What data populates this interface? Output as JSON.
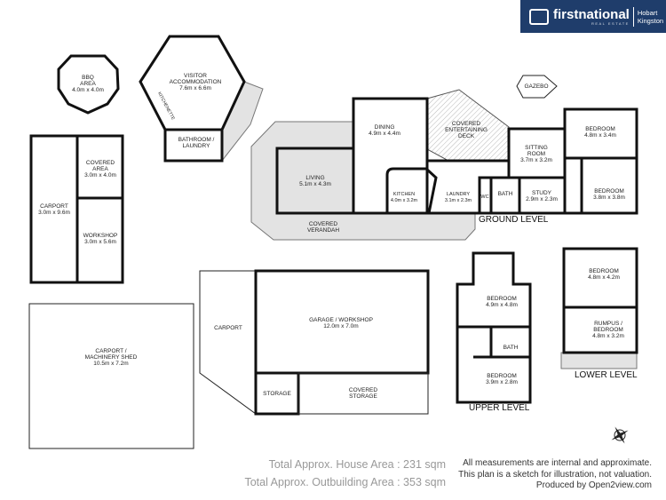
{
  "logo": {
    "brand": "firstnational",
    "tagline": "REAL ESTATE",
    "location_1": "Hobart",
    "location_2": "Kingston",
    "bg_color": "#1f3d6b"
  },
  "rooms": {
    "bbq": {
      "name": "BBQ",
      "name2": "AREA",
      "dims": "4.0m x 4.0m"
    },
    "visitor": {
      "name": "VISITOR",
      "name2": "ACCOMMODATION",
      "dims": "7.6m x 6.6m"
    },
    "kitchenette": "KITCHENETTE",
    "visitor_bath": {
      "name": "BATHROOM /",
      "name2": "LAUNDRY"
    },
    "covered_area": {
      "name": "COVERED",
      "name2": "AREA",
      "dims": "3.0m x 4.0m"
    },
    "carport_small": {
      "name": "CARPORT",
      "dims": "3.0m x 9.6m"
    },
    "workshop": {
      "name": "WORKSHOP",
      "dims": "3.0m x 5.6m"
    },
    "machinery": {
      "name": "CARPORT /",
      "name2": "MACHINERY SHED",
      "dims": "10.5m x 7.2m"
    },
    "carport_garage": "CARPORT",
    "garage": {
      "name": "GARAGE / WORKSHOP",
      "dims": "12.0m x 7.0m"
    },
    "storage": "STORAGE",
    "covered_storage": {
      "name": "COVERED",
      "name2": "STORAGE"
    },
    "gazebo": "GAZEBO",
    "dining": {
      "name": "DINING",
      "dims": "4.9m x 4.4m"
    },
    "deck": {
      "name": "COVERED",
      "name2": "ENTERTAINING",
      "name3": "DECK"
    },
    "living": {
      "name": "LIVING",
      "dims": "5.1m x 4.3m"
    },
    "kitchen": {
      "name": "KITCHEN",
      "dims": "4.0m x 3.2m"
    },
    "laundry": {
      "name": "LAUNDRY",
      "dims": "3.1m x 2.3m"
    },
    "wc": "WC",
    "bath": "BATH",
    "study": {
      "name": "STUDY",
      "dims": "2.9m x 2.3m"
    },
    "sitting": {
      "name": "SITTING",
      "name2": "ROOM",
      "dims": "3.7m x 3.2m"
    },
    "bed_g1": {
      "name": "BEDROOM",
      "dims": "4.8m x 3.4m"
    },
    "bed_g2": {
      "name": "BEDROOM",
      "dims": "3.8m x 3.8m"
    },
    "verandah": {
      "name": "COVERED",
      "name2": "VERANDAH"
    },
    "bed_u1": {
      "name": "BEDROOM",
      "dims": "4.9m x 4.8m"
    },
    "bath_u": "BATH",
    "bed_u2": {
      "name": "BEDROOM",
      "dims": "3.9m x 2.8m"
    },
    "bed_l1": {
      "name": "BEDROOM",
      "dims": "4.8m x 4.2m"
    },
    "rumpus": {
      "name": "RUMPUS /",
      "name2": "BEDROOM",
      "dims": "4.8m x 3.2m"
    }
  },
  "levels": {
    "ground": "GROUND LEVEL",
    "upper": "UPPER LEVEL",
    "lower": "LOWER LEVEL"
  },
  "totals": {
    "house": "Total Approx. House Area : 231 sqm",
    "outbuilding": "Total Approx. Outbuilding Area : 353 sqm"
  },
  "disclaimer": {
    "line1": "All measurements are internal and approximate.",
    "line2": "This plan is a sketch for illustration, not valuation.",
    "line3": "Produced by Open2view.com"
  }
}
